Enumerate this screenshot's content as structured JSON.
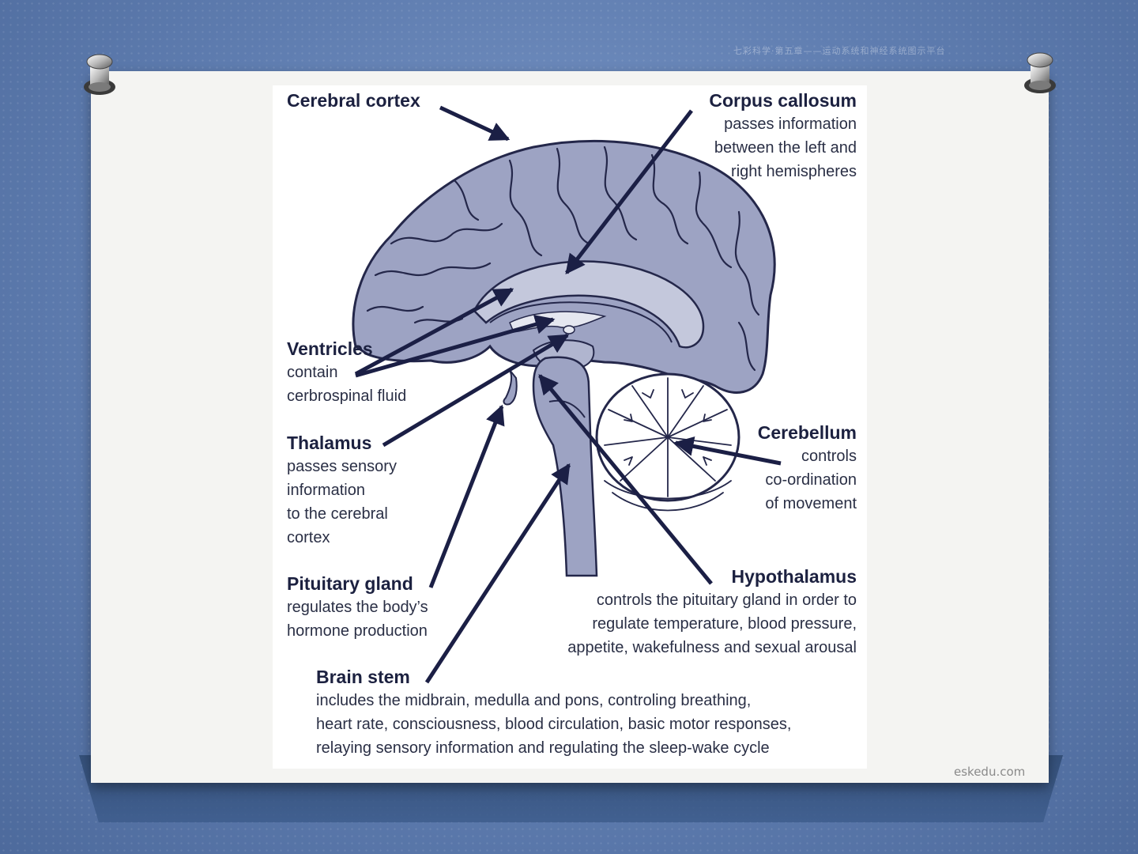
{
  "watermark_top": "七彩科学·第五章——运动系统和神经系统图示平台",
  "watermark_bottom": "eskedu.com",
  "colors": {
    "brain_fill": "#9da3c3",
    "brain_stroke": "#24274a",
    "arrow": "#1b1f45",
    "label": "#1c2140"
  },
  "labels": {
    "cerebral_cortex": {
      "title": "Cerebral cortex"
    },
    "corpus_callosum": {
      "title": "Corpus callosum",
      "line1": "passes information",
      "line2": "between the left and",
      "line3": "right hemispheres"
    },
    "ventricles": {
      "title": "Ventricles",
      "line1": "contain",
      "line2": "cerbrospinal fluid"
    },
    "thalamus": {
      "title": "Thalamus",
      "line1": "passes sensory",
      "line2": "information",
      "line3": "to the cerebral",
      "line4": "cortex"
    },
    "cerebellum": {
      "title": "Cerebellum",
      "line1": "controls",
      "line2": "co-ordination",
      "line3": "of movement"
    },
    "pituitary": {
      "title": "Pituitary gland",
      "line1": "regulates the body’s",
      "line2": "hormone production"
    },
    "hypothalamus": {
      "title": "Hypothalamus",
      "line1": "controls the pituitary gland in order to",
      "line2": "regulate temperature, blood pressure,",
      "line3": "appetite, wakefulness and sexual arousal"
    },
    "brain_stem": {
      "title": "Brain stem",
      "line1": "includes the midbrain, medulla and pons, controling breathing,",
      "line2": "heart rate, consciousness, blood circulation, basic motor responses,",
      "line3": "relaying sensory information and regulating the sleep-wake cycle"
    }
  }
}
